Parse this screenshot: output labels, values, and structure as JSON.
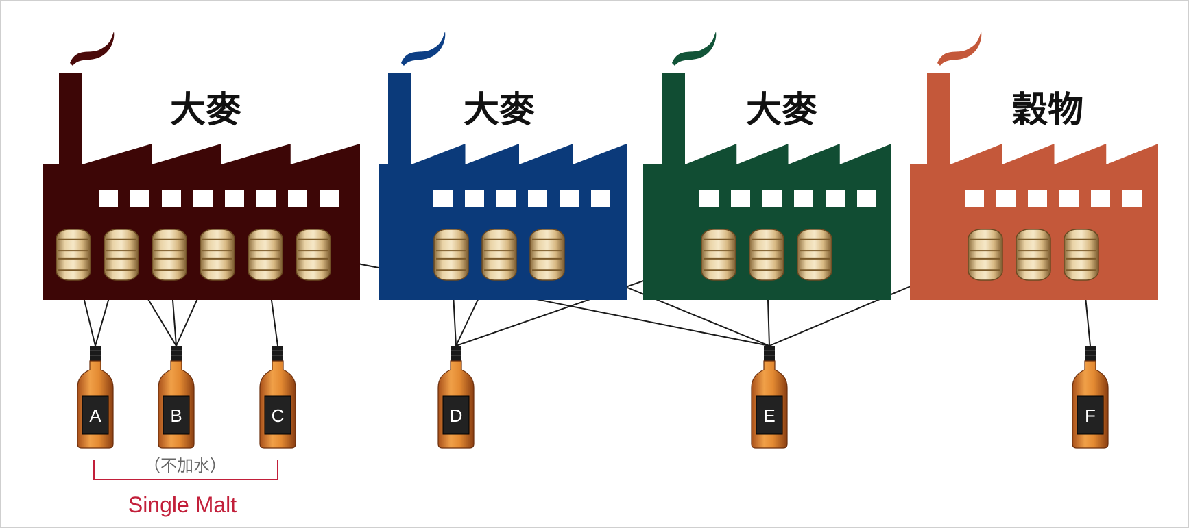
{
  "factories": [
    {
      "id": "f1",
      "label": "大麥",
      "color": "#3d0606",
      "smoke": "#4a0a0a",
      "barrels": 6
    },
    {
      "id": "f2",
      "label": "大麥",
      "color": "#0b3a7a",
      "smoke": "#0d3f85",
      "barrels": 3
    },
    {
      "id": "f3",
      "label": "大麥",
      "color": "#114d33",
      "smoke": "#125438",
      "barrels": 3
    },
    {
      "id": "f4",
      "label": "穀物",
      "color": "#c4583a",
      "smoke": "#c4583a",
      "barrels": 3
    }
  ],
  "bottles": [
    {
      "id": "A",
      "label": "A"
    },
    {
      "id": "B",
      "label": "B"
    },
    {
      "id": "C",
      "label": "C"
    },
    {
      "id": "D",
      "label": "D"
    },
    {
      "id": "E",
      "label": "E"
    },
    {
      "id": "F",
      "label": "F"
    }
  ],
  "note": "（不加水）",
  "single_malt": {
    "label": "Single Malt",
    "color": "#c21f3a"
  },
  "links": [
    {
      "factory": 0,
      "barrel": 0,
      "bottle": "A"
    },
    {
      "factory": 0,
      "barrel": 1,
      "bottle": "A"
    },
    {
      "factory": 0,
      "barrel": 1,
      "bottle": "B"
    },
    {
      "factory": 0,
      "barrel": 2,
      "bottle": "B"
    },
    {
      "factory": 0,
      "barrel": 3,
      "bottle": "B"
    },
    {
      "factory": 0,
      "barrel": 4,
      "bottle": "C"
    },
    {
      "factory": 0,
      "barrel": 5,
      "bottle": "E"
    },
    {
      "factory": 1,
      "barrel": 0,
      "bottle": "D"
    },
    {
      "factory": 1,
      "barrel": 1,
      "bottle": "D"
    },
    {
      "factory": 1,
      "barrel": 2,
      "bottle": "E"
    },
    {
      "factory": 2,
      "barrel": 0,
      "bottle": "D"
    },
    {
      "factory": 2,
      "barrel": 1,
      "bottle": "E"
    },
    {
      "factory": 3,
      "barrel": 0,
      "bottle": "E"
    },
    {
      "factory": 3,
      "barrel": 2,
      "bottle": "F"
    }
  ]
}
